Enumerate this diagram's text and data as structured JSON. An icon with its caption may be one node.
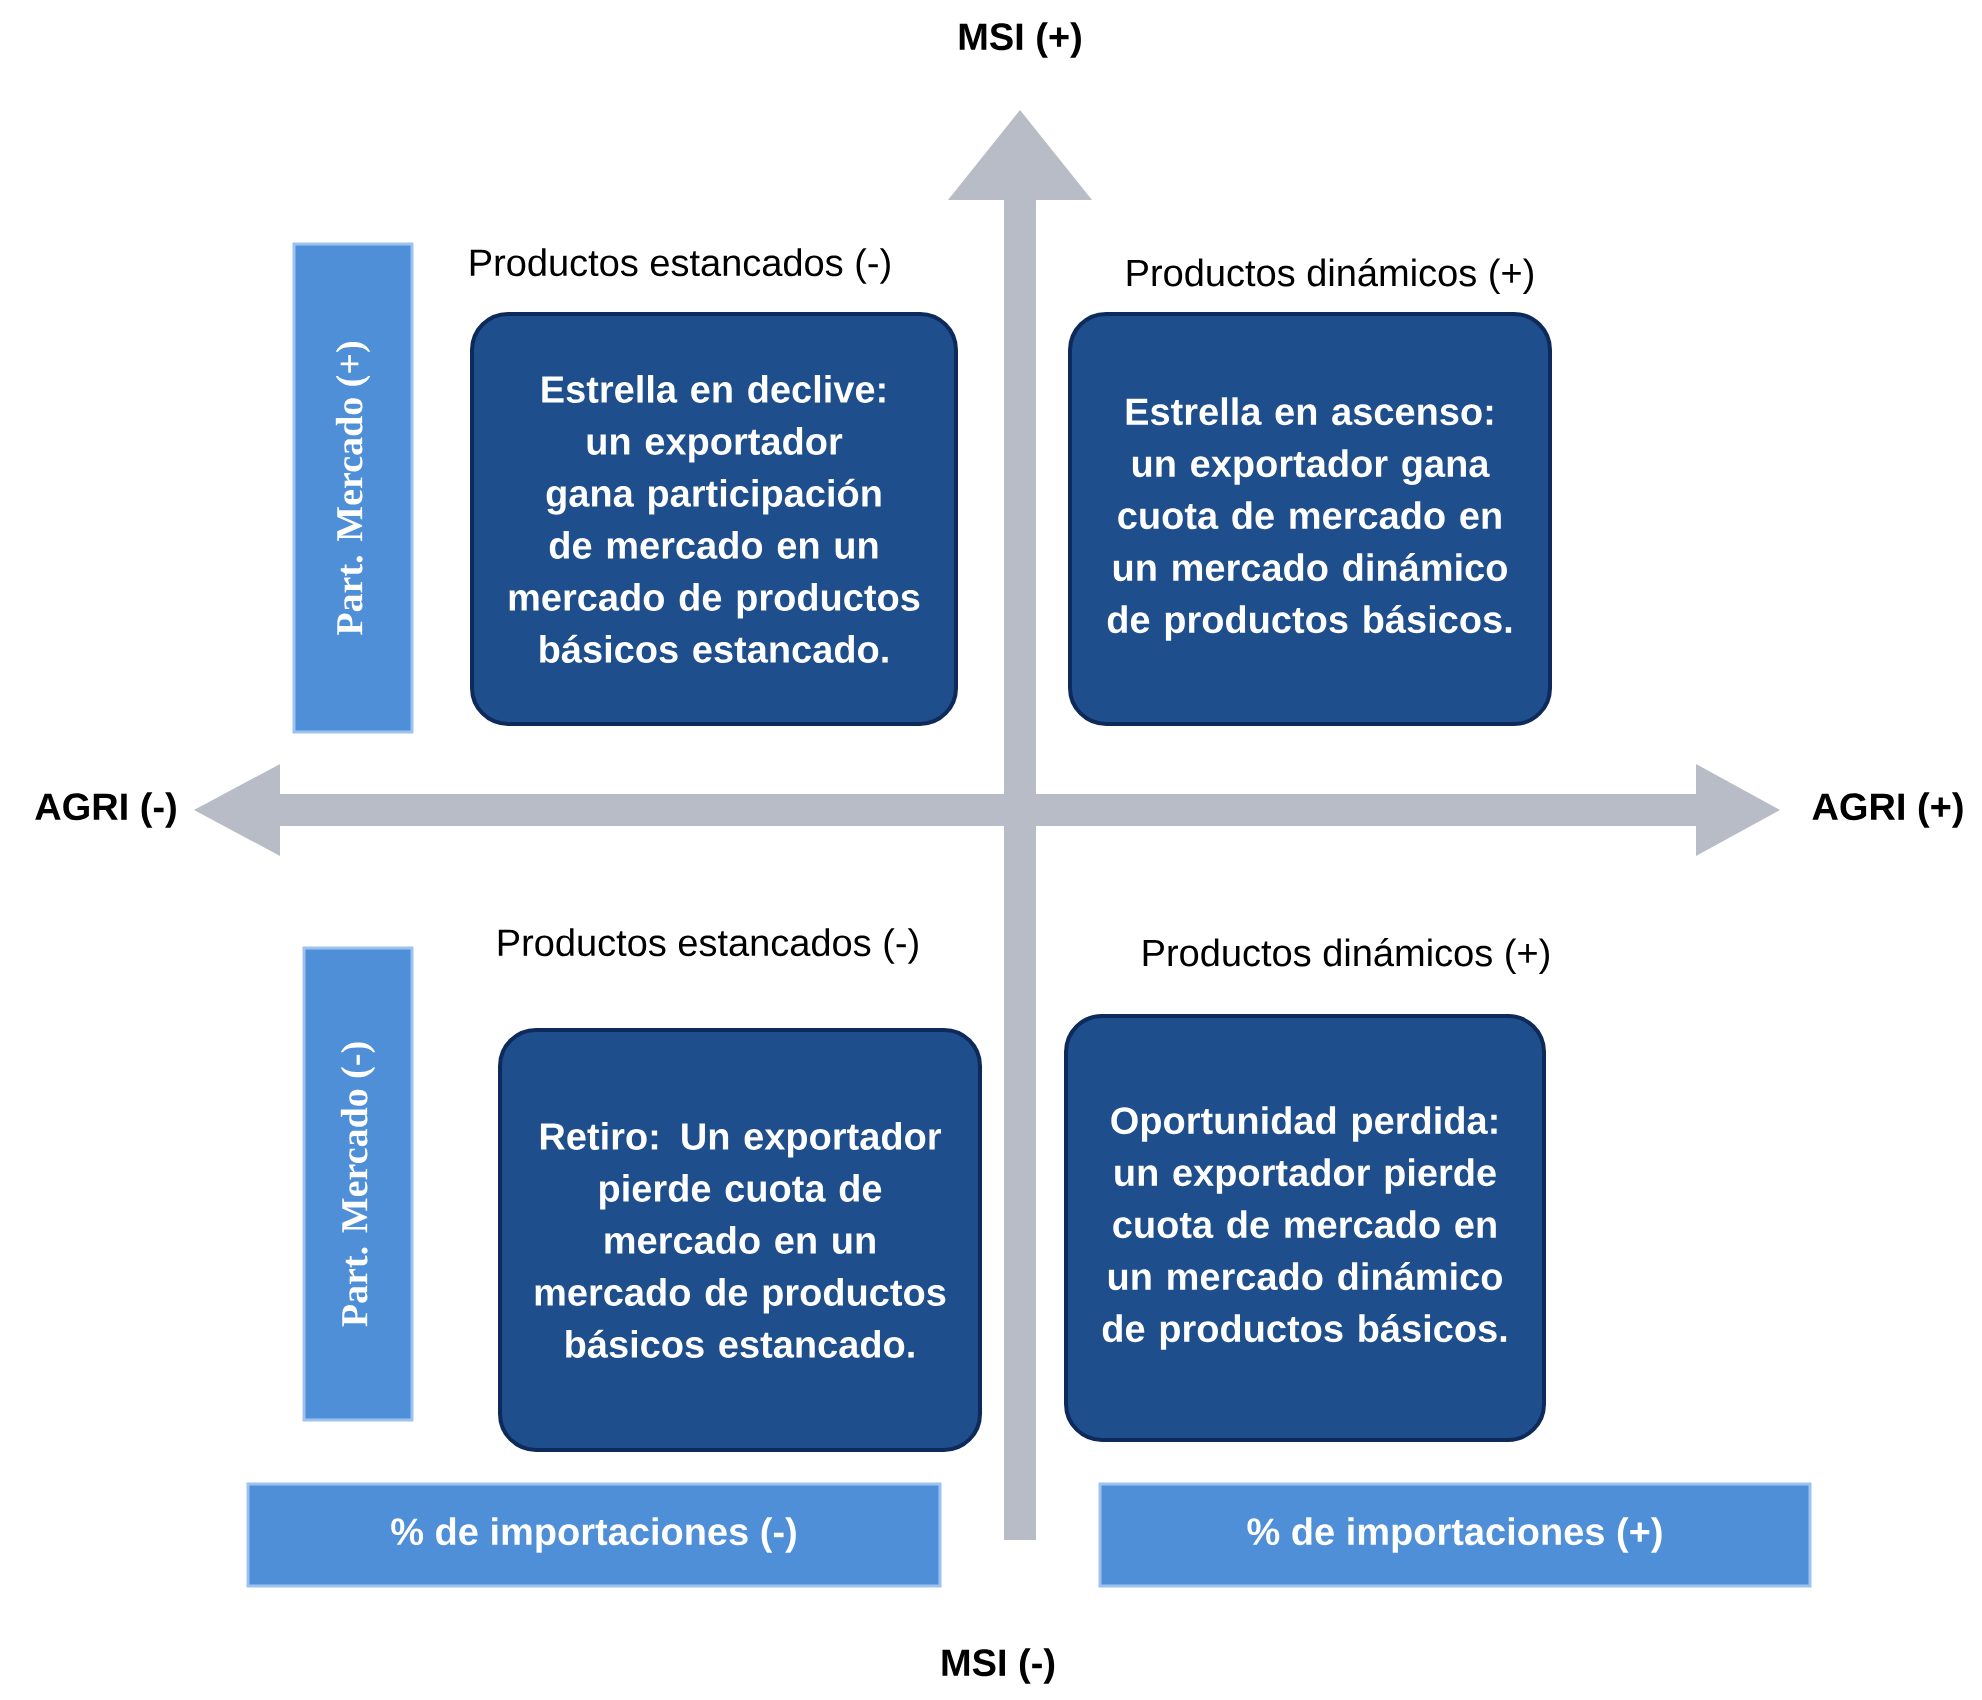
{
  "diagram": {
    "nodes": [
      {
        "text": [
          "Productos estancados (-)",
          "Estrella en declive: un exportador gana participación de mercado en un mercado de productos básicos estancado."
        ]
      },
      {
        "text": [
          "Productos dinámicos (+)",
          "Estrella en ascenso: un exportador gana cuota de mercado en un mercado dinámico de productos básicos."
        ]
      },
      {
        "text": [
          "Productos estancados (-)",
          "Retiro: Un exportador pierde cuota de mercado en un mercado de productos básicos estancado."
        ]
      },
      {
        "text": [
          "Productos dinámicos (+)",
          "Oportunidad perdida: un exportador pierde cuota de mercado en un mercado dinámico de productos básicos."
        ]
      },
      {
        "text": [
          "Part. Mercado (+)"
        ]
      },
      {
        "text": [
          "Part. Mercado (-)"
        ]
      },
      {
        "text": [
          "% de importaciones (-)"
        ]
      },
      {
        "text": [
          "% de importaciones (+)"
        ]
      }
    ],
    "labels": [
      "MSI (+)",
      "AGRI (-)",
      "AGRI (+)",
      "MSI (-)"
    ]
  }
}
